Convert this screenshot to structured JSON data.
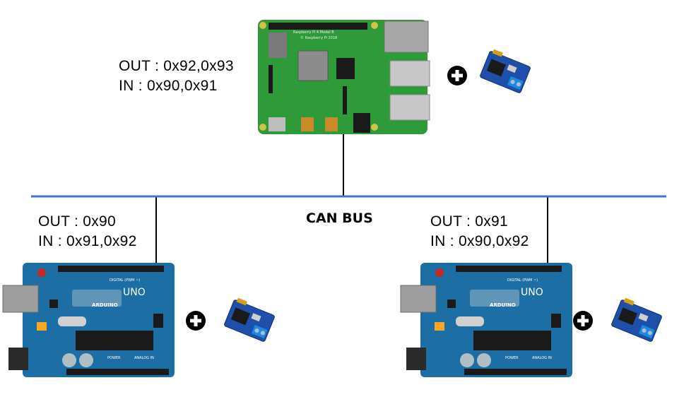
{
  "bus": {
    "label": "CAN BUS",
    "line_color": "#4472c4"
  },
  "nodes": {
    "raspberry_pi": {
      "out_label": "OUT : 0x92,0x93",
      "in_label": "IN : 0x90,0x91",
      "silk_text": [
        "Raspberry Pi 4 Model B",
        "© Raspberry Pi 2018"
      ]
    },
    "arduino_left": {
      "out_label": "OUT : 0x90",
      "in_label": "IN : 0x91,0x92",
      "silk_text": [
        "DIGITAL (PWM ~)",
        "ARDUINO",
        "UNO",
        "POWER",
        "ANALOG IN"
      ]
    },
    "arduino_right": {
      "out_label": "OUT : 0x91",
      "in_label": "IN : 0x90,0x92",
      "silk_text": [
        "DIGITAL (PWM ~)",
        "ARDUINO",
        "UNO",
        "POWER",
        "ANALOG IN"
      ]
    }
  },
  "plus_icon": "circled-plus-icon",
  "colors": {
    "pi_green": "#2e9a3a",
    "arduino_blue": "#1c6ea4",
    "can_module_blue": "#1f4fa8",
    "terminal_blue": "#1e88e5"
  }
}
